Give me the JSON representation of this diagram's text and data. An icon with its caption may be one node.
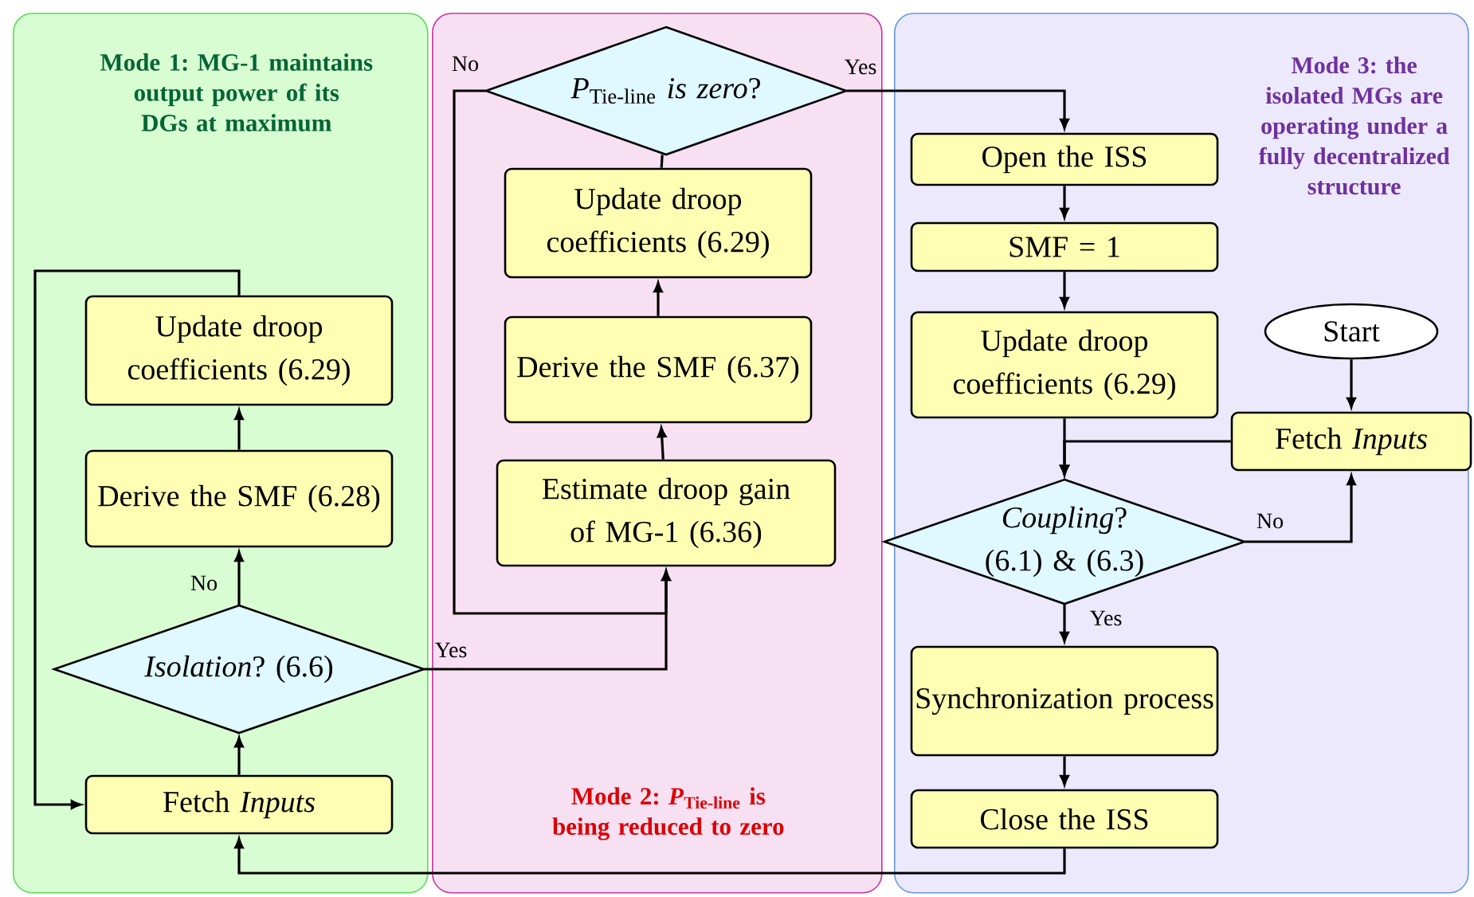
{
  "diagram": {
    "nodes": [
      {
        "text": [
          "Mode 1: MG-1 maintains output power of its DGs at maximum"
        ]
      },
      {
        "text": [
          "Update droop coefficients (6.29)"
        ],
        "in": 0
      },
      {
        "text": [
          "Derive the SMF (6.28)"
        ],
        "in": 0
      },
      {
        "text": [
          "*Isolation*? (6.6)"
        ],
        "in": 0
      },
      {
        "text": [
          "Fetch *Inputs*"
        ],
        "in": 0
      },
      {
        "text": [
          "Mode 2: *P*$_{Tie-line}$ is being reduced to zero"
        ]
      },
      {
        "text": [
          "*P*$_{Tie-line}$ *is zero*?"
        ],
        "in": 5
      },
      {
        "text": [
          "Update droop coefficients (6.29)"
        ],
        "in": 5
      },
      {
        "text": [
          "Derive the SMF (6.37)"
        ],
        "in": 5
      },
      {
        "text": [
          "Estimate droop gain of MG-1 (6.36)"
        ],
        "in": 5
      },
      {
        "text": [
          "Mode 3: the isolated MGs are operating under a fully decentralized structure"
        ]
      },
      {
        "text": [
          "Open the ISS"
        ],
        "in": 10
      },
      {
        "text": [
          "SMF = 1"
        ],
        "in": 10
      },
      {
        "text": [
          "Update droop coefficients (6.29)"
        ],
        "in": 10
      },
      {
        "text": [
          "Start"
        ],
        "in": 10
      },
      {
        "text": [
          "Fetch *Inputs*"
        ],
        "in": 10
      },
      {
        "text": [
          "*Coupling*? (6.1) & (6.3)"
        ],
        "in": 10
      },
      {
        "text": [
          "Synchronization process"
        ],
        "in": 10
      },
      {
        "text": [
          "Close the ISS"
        ],
        "in": 10
      }
    ],
    "edges": [
      {
        "from": 4,
        "to": 3,
        "arrow": "to"
      },
      {
        "from": 3,
        "to": 2,
        "arrow": "to",
        "label": "No"
      },
      {
        "from": 2,
        "to": 1,
        "arrow": "to"
      },
      {
        "from": 1,
        "to": 4,
        "arrow": "to"
      },
      {
        "from": 3,
        "to": 9,
        "arrow": "to",
        "label": "Yes"
      },
      {
        "from": 9,
        "to": 8,
        "arrow": "to"
      },
      {
        "from": 8,
        "to": 7,
        "arrow": "to"
      },
      {
        "from": 7,
        "to": 6,
        "arrow": "none"
      },
      {
        "from": 6,
        "to": 9,
        "arrow": "to",
        "label": "No"
      },
      {
        "from": 6,
        "to": 11,
        "arrow": "to",
        "label": "Yes"
      },
      {
        "from": 11,
        "to": 12,
        "arrow": "to"
      },
      {
        "from": 12,
        "to": 13,
        "arrow": "to"
      },
      {
        "from": 13,
        "to": 16,
        "arrow": "to"
      },
      {
        "from": 14,
        "to": 15,
        "arrow": "to"
      },
      {
        "from": 15,
        "to": 16,
        "arrow": "to"
      },
      {
        "from": 16,
        "to": 15,
        "arrow": "to",
        "label": "No"
      },
      {
        "from": 16,
        "to": 17,
        "arrow": "to",
        "label": "Yes"
      },
      {
        "from": 17,
        "to": 18,
        "arrow": "to"
      },
      {
        "from": 18,
        "to": 4,
        "arrow": "to"
      }
    ]
  }
}
